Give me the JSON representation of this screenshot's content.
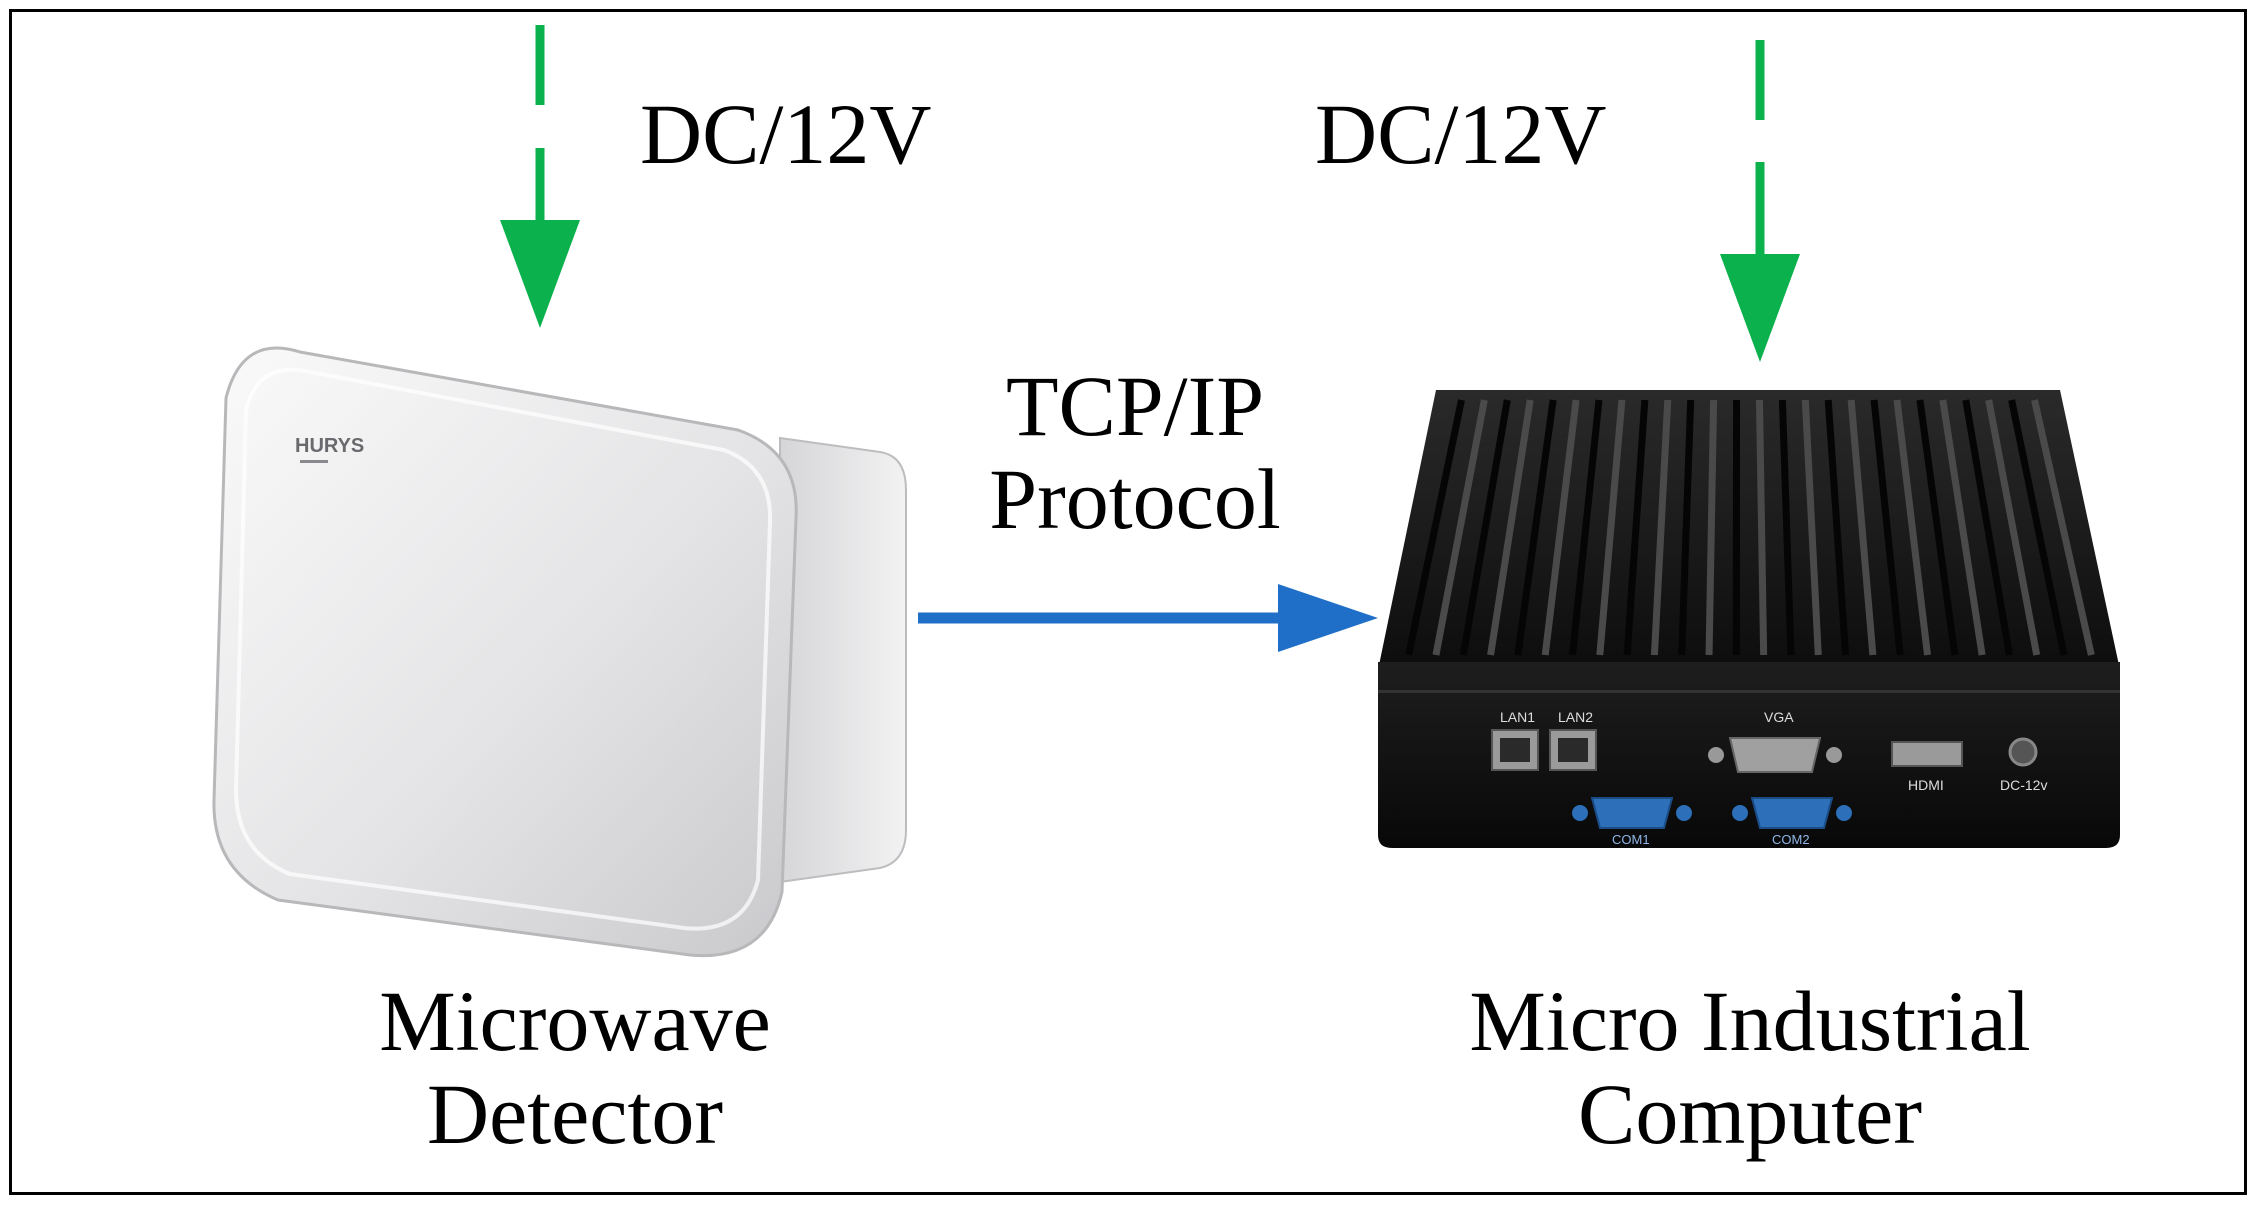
{
  "colors": {
    "power_arrow": "#0bb14c",
    "data_arrow": "#1f6fc8",
    "detector_body": "#e6e6e8",
    "computer_body": "#1b1b1b"
  },
  "labels": {
    "left_power": "DC/12V",
    "right_power": "DC/12V",
    "protocol_line1": "TCP/IP",
    "protocol_line2": "Protocol",
    "detector_line1": "Microwave",
    "detector_line2": "Detector",
    "computer_line1": "Micro Industrial",
    "computer_line2": "Computer"
  },
  "detector_device": {
    "brand": "HURYS"
  },
  "computer_device": {
    "ports": {
      "lan1": "LAN1",
      "lan2": "LAN2",
      "vga": "VGA",
      "hdmi": "HDMI",
      "dc": "DC-12v",
      "com1": "COM1",
      "com2": "COM2"
    }
  }
}
